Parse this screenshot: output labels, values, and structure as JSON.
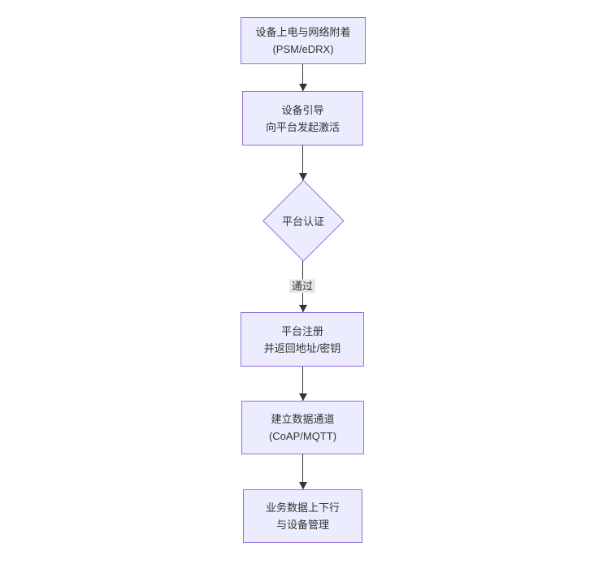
{
  "diagram": {
    "type": "flowchart",
    "direction": "top-down",
    "colors": {
      "node_fill": "#ECECFF",
      "node_border": "#9370DB",
      "text": "#333333",
      "edge": "#333333",
      "edge_label_bg": "#e8e8e8",
      "background": "#ffffff"
    },
    "nodes": [
      {
        "id": "attach",
        "shape": "rect",
        "lines": [
          "设备上电与网络附着",
          "(PSM/eDRX)"
        ]
      },
      {
        "id": "bootstrap",
        "shape": "rect",
        "lines": [
          "设备引导",
          "向平台发起激活"
        ]
      },
      {
        "id": "auth",
        "shape": "diamond",
        "lines": [
          "平台认证"
        ]
      },
      {
        "id": "register",
        "shape": "rect",
        "lines": [
          "平台注册",
          "并返回地址/密钥"
        ]
      },
      {
        "id": "channel",
        "shape": "rect",
        "lines": [
          "建立数据通道",
          "(CoAP/MQTT)"
        ]
      },
      {
        "id": "business",
        "shape": "rect",
        "lines": [
          "业务数据上下行",
          "与设备管理"
        ]
      }
    ],
    "edges": [
      {
        "from": "attach",
        "to": "bootstrap",
        "label": ""
      },
      {
        "from": "bootstrap",
        "to": "auth",
        "label": ""
      },
      {
        "from": "auth",
        "to": "register",
        "label": "通过"
      },
      {
        "from": "register",
        "to": "channel",
        "label": ""
      },
      {
        "from": "channel",
        "to": "business",
        "label": ""
      }
    ]
  }
}
